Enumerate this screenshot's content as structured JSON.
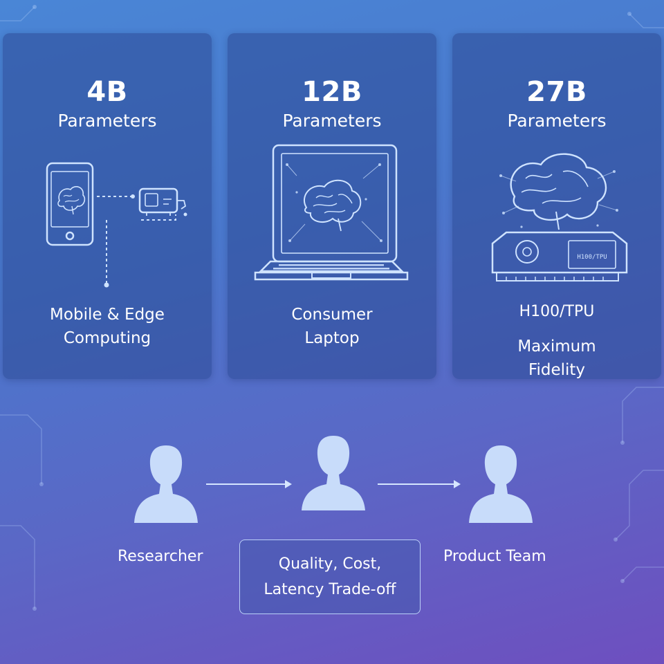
{
  "tiers": [
    {
      "size": "4B",
      "unit": "Parameters",
      "description": [
        "Mobile & Edge",
        "Computing"
      ],
      "icons": [
        "smartphone-brain-icon",
        "edge-device-icon"
      ]
    },
    {
      "size": "12B",
      "unit": "Parameters",
      "description": [
        "Consumer",
        "Laptop"
      ],
      "icons": [
        "laptop-brain-icon"
      ]
    },
    {
      "size": "27B",
      "unit": "Parameters",
      "hardware_label": "H100/TPU",
      "chip_label": "H100/TPU",
      "description": [
        "Maximum",
        "Fidelity"
      ],
      "icons": [
        "brain-icon",
        "gpu-card-icon"
      ]
    }
  ],
  "flow": {
    "people": [
      "Researcher",
      "",
      "Product Team"
    ],
    "tradeoff_lines": [
      "Quality, Cost,",
      "Latency Trade-off"
    ],
    "icons": [
      "person-icon",
      "arrow-right-icon"
    ]
  },
  "colors": {
    "background_top": "#4a86d6",
    "background_bottom": "#6e4fbf",
    "card_fill": "#2c4894",
    "line_art": "#cfe3ff",
    "text": "#ffffff"
  }
}
